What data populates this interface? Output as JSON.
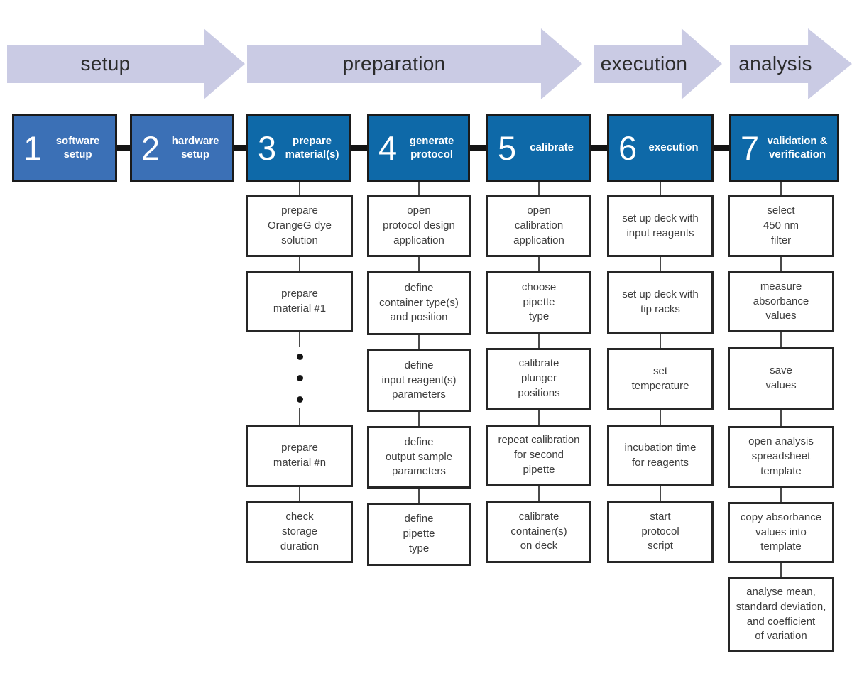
{
  "palette": {
    "arrow_fill": "#cacbe4",
    "step_blue_light": "#3b70b6",
    "step_blue_dark": "#0e69a8",
    "box_border": "#262626",
    "connector_black": "#141414",
    "text_dark": "#3d3d3d"
  },
  "phases": [
    {
      "label": "setup"
    },
    {
      "label": "preparation"
    },
    {
      "label": "execution"
    },
    {
      "label": "analysis"
    }
  ],
  "steps": [
    {
      "number": "1",
      "label": "software\nsetup"
    },
    {
      "number": "2",
      "label": "hardware\nsetup"
    },
    {
      "number": "3",
      "label": "prepare\nmaterial(s)"
    },
    {
      "number": "4",
      "label": "generate\nprotocol"
    },
    {
      "number": "5",
      "label": "calibrate"
    },
    {
      "number": "6",
      "label": "execution"
    },
    {
      "number": "7",
      "label": "validation &\nverification"
    }
  ],
  "columns": [
    {
      "step_number": "3",
      "has_ellipsis": true,
      "steps": [
        "prepare\nOrangeG dye\nsolution",
        "prepare\nmaterial #1",
        "prepare\nmaterial #n",
        "check\nstorage\nduration"
      ]
    },
    {
      "step_number": "4",
      "has_ellipsis": false,
      "steps": [
        "open\nprotocol design\napplication",
        "define\ncontainer type(s)\nand position",
        "define\ninput reagent(s)\nparameters",
        "define\noutput sample\nparameters",
        "define\npipette\ntype"
      ]
    },
    {
      "step_number": "5",
      "has_ellipsis": false,
      "steps": [
        "open\ncalibration\napplication",
        "choose\npipette\ntype",
        "calibrate\nplunger\npositions",
        "repeat calibration\nfor second\npipette",
        "calibrate\ncontainer(s)\non deck"
      ]
    },
    {
      "step_number": "6",
      "has_ellipsis": false,
      "steps": [
        "set up deck with\ninput reagents",
        "set up deck with\ntip racks",
        "set\ntemperature",
        "incubation time\nfor reagents",
        "start\nprotocol\nscript"
      ]
    },
    {
      "step_number": "7",
      "has_ellipsis": false,
      "steps": [
        "select\n450 nm\nfilter",
        "measure\nabsorbance\nvalues",
        "save\nvalues",
        "open analysis\nspreadsheet\ntemplate",
        "copy absorbance\nvalues into\ntemplate",
        "analyse mean,\nstandard deviation,\nand coefficient\nof variation"
      ]
    }
  ]
}
